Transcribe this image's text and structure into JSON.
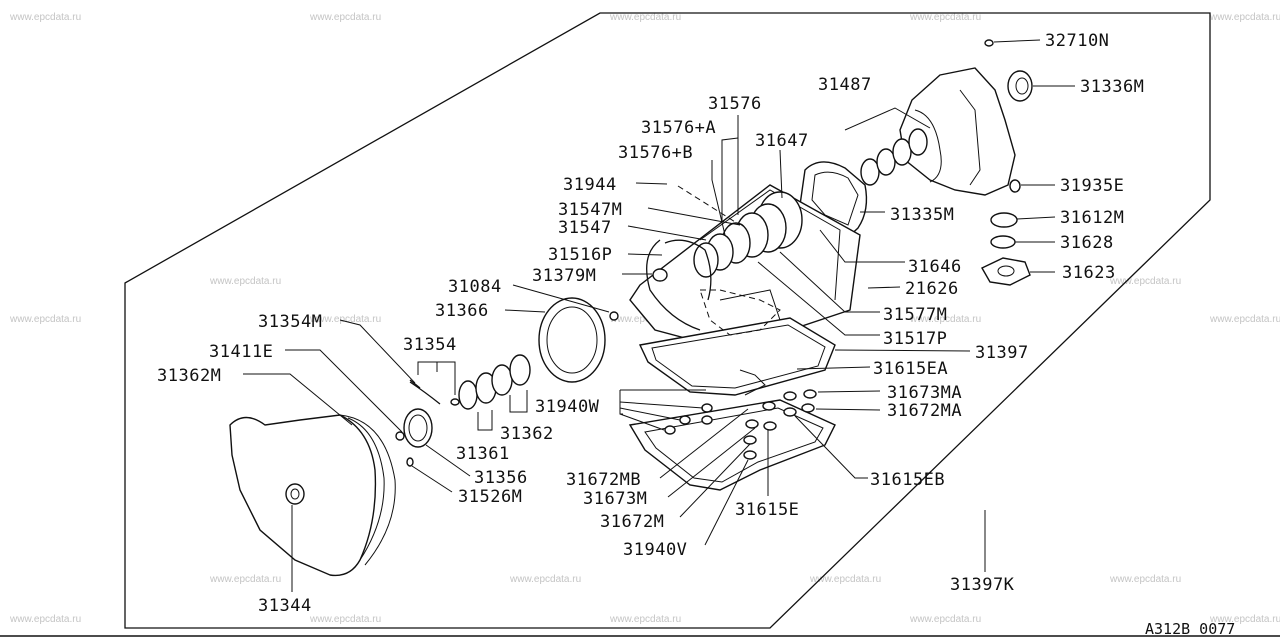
{
  "watermark": "www.epcdata.ru",
  "diagram_code": "A312B 0077",
  "parts": {
    "p32710N": "32710N",
    "p31336M": "31336M",
    "p31487": "31487",
    "p31576": "31576",
    "p31576A": "31576+A",
    "p31647": "31647",
    "p31576B": "31576+B",
    "p31944": "31944",
    "p31935E": "31935E",
    "p31547M": "31547M",
    "p31335M": "31335M",
    "p31612M": "31612M",
    "p31547": "31547",
    "p31628": "31628",
    "p31516P": "31516P",
    "p31646": "31646",
    "p31623": "31623",
    "p31084": "31084",
    "p31379M": "31379M",
    "p21626": "21626",
    "p31366": "31366",
    "p31577M": "31577M",
    "p31354M": "31354M",
    "p31517P": "31517P",
    "p31354": "31354",
    "p31397": "31397",
    "p31411E": "31411E",
    "p31615EA": "31615EA",
    "p31362M": "31362M",
    "p31673MA": "31673MA",
    "p31940W": "31940W",
    "p31672MA": "31672MA",
    "p31362": "31362",
    "p31361": "31361",
    "p31356": "31356",
    "p31615EB": "31615EB",
    "p31526M": "31526M",
    "p31672MB": "31672MB",
    "p31673M": "31673M",
    "p31615E": "31615E",
    "p31672M": "31672M",
    "p31940V": "31940V",
    "p31344": "31344",
    "p31397K": "31397K"
  }
}
